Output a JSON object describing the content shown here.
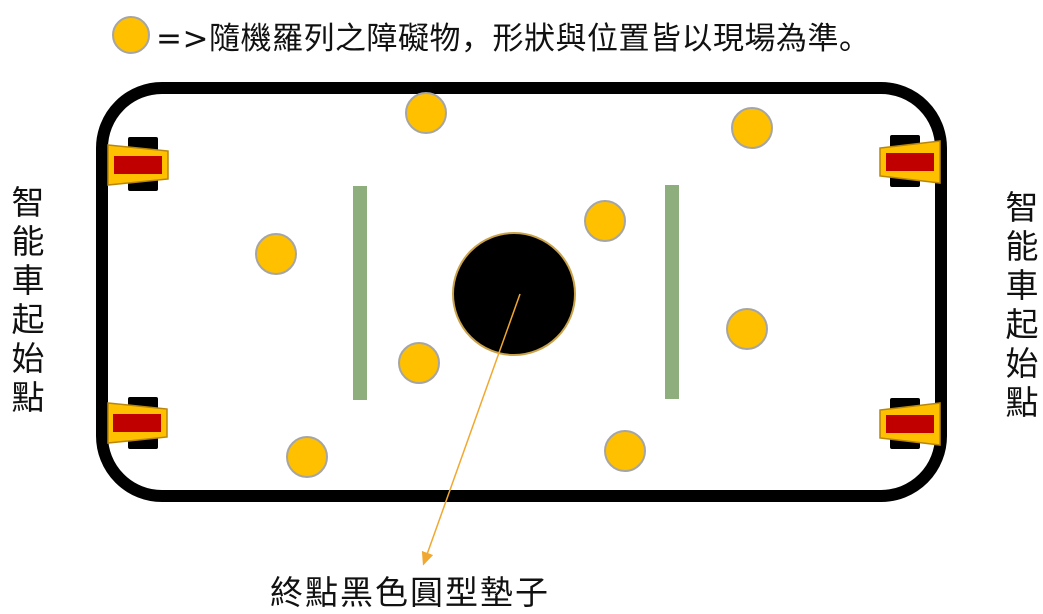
{
  "legend": {
    "text": "=>隨機羅列之障礙物，形狀與位置皆以現場為準。",
    "symbol_icon": "yellow-circle-icon",
    "symbol_color": "#FFC000"
  },
  "left_start_label": "智能車起始點",
  "right_start_label": "智能車起始點",
  "goal_label": "終點黑色圓型墊子",
  "colors": {
    "arena_border": "#000000",
    "obstacle_fill": "#FFC000",
    "obstacle_stroke": "#A5A5A5",
    "barrier": "#8FAE7E",
    "goal_fill": "#000000",
    "goal_stroke": "#C9A24A",
    "arrow": "#F0A830",
    "car_frame": "#FFC000",
    "car_body": "#C00000",
    "car_wheel": "#000000"
  }
}
